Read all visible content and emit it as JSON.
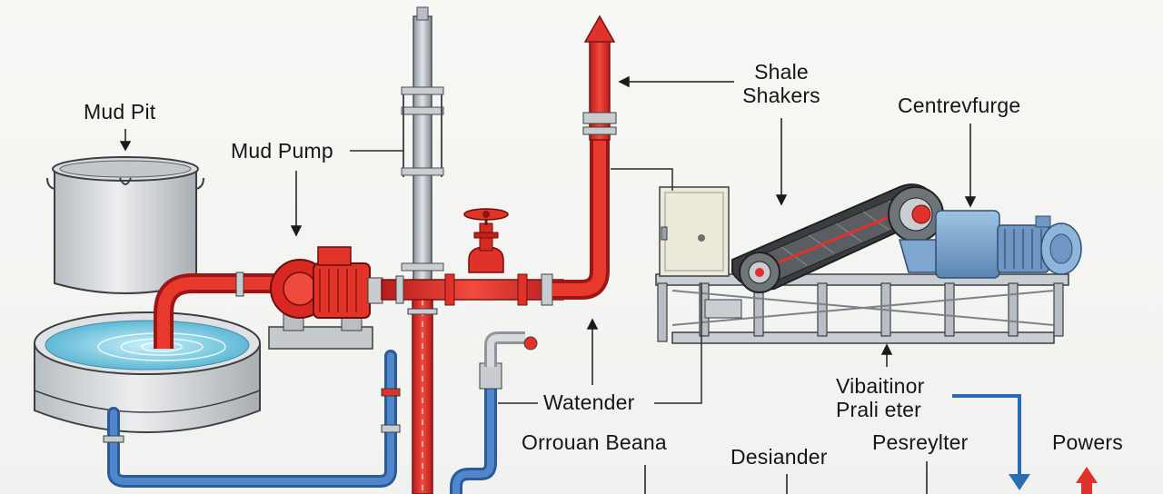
{
  "labels": {
    "mud_pit": "Mud Pit",
    "mud_pump": "Mud Pump",
    "shale_shakers_line1": "Shale",
    "shale_shakers_line2": "Shakers",
    "centrifuge": "Centrevfurge",
    "watender": "Watender",
    "orrouan_beana": "Orrouan Beana",
    "vibrator_line1": "Vibaitinor",
    "vibrator_line2": "Prali eter",
    "desiander": "Desiander",
    "pesreylter": "Pesreylter",
    "powers": "Powers"
  },
  "colors": {
    "pipe_red": "#e0312b",
    "pipe_blue": "#3b6fb7",
    "steel": "#9aa3ab",
    "water": "#8fd3e6",
    "arrow_blue": "#2a6db3"
  }
}
